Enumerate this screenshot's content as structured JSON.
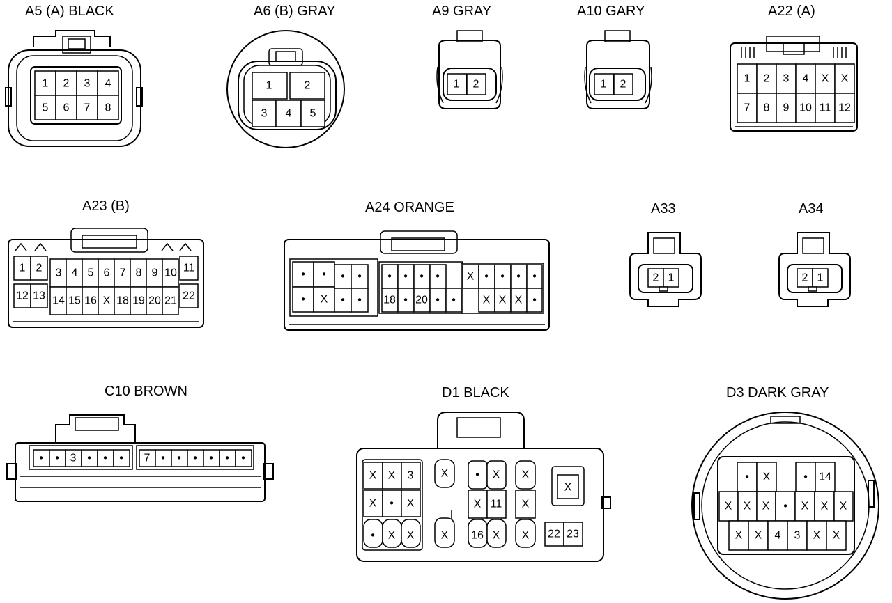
{
  "connectors": {
    "a5": {
      "label": "A5 (A)  BLACK",
      "pins": [
        "1",
        "2",
        "3",
        "4",
        "5",
        "6",
        "7",
        "8"
      ]
    },
    "a6": {
      "label": "A6 (B)  GRAY",
      "pins": [
        "1",
        "2",
        "3",
        "4",
        "5"
      ]
    },
    "a9": {
      "label": "A9  GRAY",
      "pins": [
        "1",
        "2"
      ]
    },
    "a10": {
      "label": "A10  GARY",
      "pins": [
        "1",
        "2"
      ]
    },
    "a22": {
      "label": "A22 (A)",
      "pins": [
        "1",
        "2",
        "3",
        "4",
        "X",
        "X",
        "7",
        "8",
        "9",
        "10",
        "11",
        "12"
      ]
    },
    "a23": {
      "label": "A23 (B)",
      "pins": [
        "1",
        "2",
        "3",
        "4",
        "5",
        "6",
        "7",
        "8",
        "9",
        "10",
        "11",
        "12",
        "13",
        "14",
        "15",
        "16",
        "X",
        "18",
        "19",
        "20",
        "21",
        "22"
      ]
    },
    "a24": {
      "label": "A24  ORANGE",
      "pins": [
        "•",
        "•",
        "•",
        "•",
        "•",
        "X",
        "•",
        "•",
        "•",
        "•",
        "•",
        "•",
        "X",
        "•",
        "•",
        "•",
        "•",
        "18",
        "•",
        "20",
        "•",
        "•",
        "X",
        "X",
        "X",
        "•"
      ]
    },
    "a33": {
      "label": "A33",
      "pins": [
        "2",
        "1"
      ]
    },
    "a34": {
      "label": "A34",
      "pins": [
        "2",
        "1"
      ]
    },
    "c10": {
      "label": "C10  BROWN",
      "pins": [
        "•",
        "•",
        "3",
        "•",
        "•",
        "•",
        "7",
        "•",
        "•",
        "•",
        "•",
        "•",
        "•"
      ]
    },
    "d1": {
      "label": "D1  BLACK",
      "pins": [
        "X",
        "X",
        "3",
        "X",
        "•",
        "X",
        "•",
        "X",
        "X",
        "X",
        "•",
        "X",
        "X",
        "11",
        "16",
        "X",
        "X",
        "X",
        "X",
        "X",
        "22",
        "23"
      ]
    },
    "d3": {
      "label": "D3  DARK GRAY",
      "pins": [
        "•",
        "X",
        "•",
        "14",
        "X",
        "X",
        "X",
        "•",
        "X",
        "X",
        "X",
        "X",
        "X",
        "4",
        "3",
        "X",
        "X"
      ]
    }
  }
}
